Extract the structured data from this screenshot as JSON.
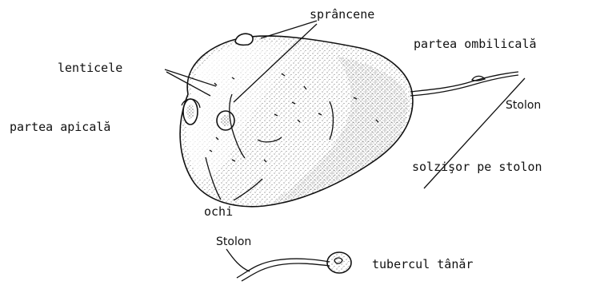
{
  "labels": {
    "sprancene": "sprâncene",
    "lenticele": "lenticele",
    "partea_apicala": "partea apicală",
    "partea_ombilicala": "partea ombilicală",
    "stolon_main": "Stolon",
    "solzisor": "solzişor pe stolon",
    "ochi": "ochi",
    "stolon_young": "Stolon",
    "tubercul_tanar": "tubercul tânăr"
  },
  "colors": {
    "ink": "#111111",
    "background": "#ffffff"
  }
}
